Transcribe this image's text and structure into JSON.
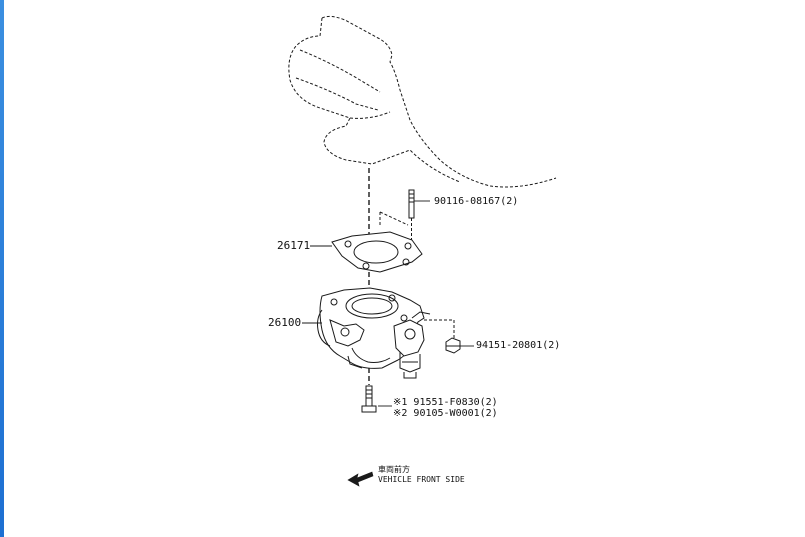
{
  "parts": [
    {
      "id": "stud",
      "number": "90116-08167(2)"
    },
    {
      "id": "gasket",
      "number": "26171"
    },
    {
      "id": "throttle_body",
      "number": "26100"
    },
    {
      "id": "nut",
      "number": "94151-20801(2)"
    },
    {
      "id": "bolt_1",
      "number": "※1 91551-F0830(2)"
    },
    {
      "id": "bolt_2",
      "number": "※2 90105-W0001(2)"
    }
  ],
  "front_note": {
    "line1": "車両前方",
    "line2": "VEHICLE FRONT SIDE",
    "arrow_icon": "left-arrow-icon"
  },
  "colors": {
    "line": "#1a1a1a",
    "accent_strip": "#2a7fdc"
  }
}
